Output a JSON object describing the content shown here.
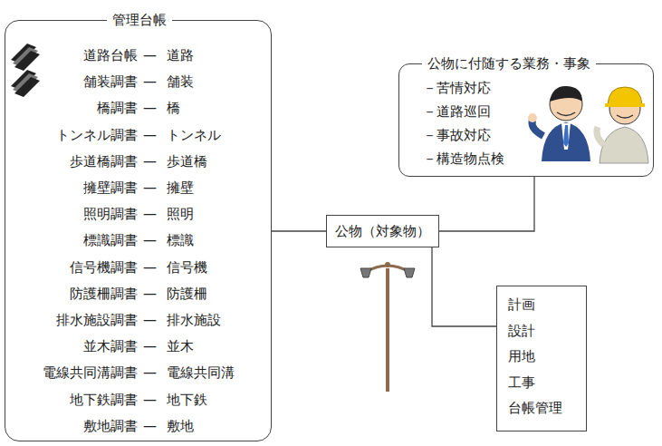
{
  "diagram": {
    "nodes": [
      {
        "text": [
          "管理台帳",
          "道路台帳",
          "—",
          "道路",
          "舗装調書",
          "—",
          "舗装",
          "橋調書",
          "—",
          "橋",
          "トンネル調書",
          "—",
          "トンネル",
          "歩道橋調書",
          "—",
          "歩道橋",
          "擁壁調書",
          "—",
          "擁壁",
          "照明調書",
          "—",
          "照明",
          "標識調書",
          "—",
          "標識",
          "信号機調書",
          "—",
          "信号機",
          "防護柵調書",
          "—",
          "防護柵",
          "排水施設調書",
          "—",
          "排水施設",
          "並木調書",
          "—",
          "並木",
          "電線共同溝調書",
          "—",
          "電線共同溝",
          "地下鉄調書",
          "—",
          "地下鉄",
          "敷地調書",
          "—",
          "敷地"
        ]
      },
      {
        "text": [
          "公物に付随する業務・事象",
          "－苦情対応",
          "－道路巡回",
          "－事故対応",
          "－構造物点検"
        ]
      },
      {
        "text": [
          "公物（対象物）"
        ]
      },
      {
        "text": [
          "計画",
          "設計",
          "用地",
          "工事",
          "台帳管理"
        ]
      }
    ],
    "edges": [
      {
        "from": 0,
        "to": 2,
        "arrow": "none"
      },
      {
        "from": 1,
        "to": 2,
        "arrow": "none"
      },
      {
        "from": 2,
        "to": 3,
        "arrow": "none"
      }
    ]
  }
}
